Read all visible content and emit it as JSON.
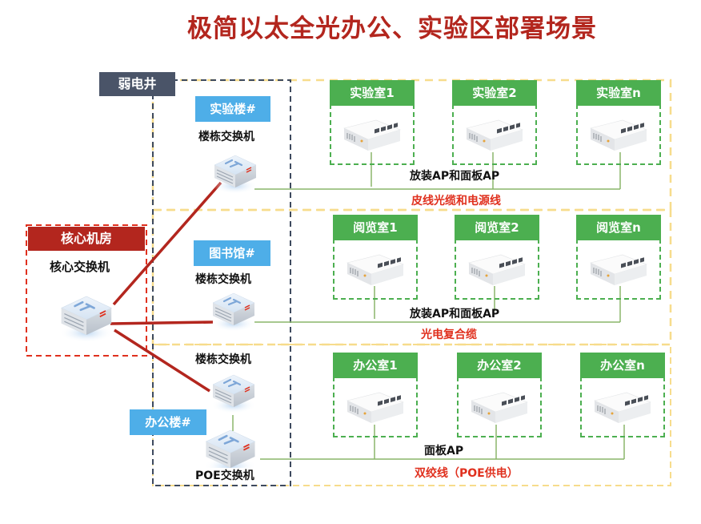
{
  "title": "极简以太全光办公、实验区部署场景",
  "colors": {
    "title": "#b3261e",
    "core_line": "#b3261e",
    "green": "#4caf50",
    "green_line": "#8ab56a",
    "yellow_dash": "#f7dc8c",
    "dark_tag": "#4a5468",
    "blue_tag": "#4eaee8",
    "red_text": "#e0301e"
  },
  "shaft": {
    "label": "弱电井"
  },
  "core": {
    "room_label": "核心机房",
    "switch_label": "核心交换机",
    "icon": "core-switch-icon"
  },
  "zones": [
    {
      "building_label": "实验楼#",
      "switch_label": "楼栋交换机",
      "ap_label": "放装AP和面板AP",
      "cable_label": "皮线光缆和电源线",
      "rooms": [
        "实验室1",
        "实验室2",
        "实验室n"
      ]
    },
    {
      "building_label": "图书馆#",
      "switch_label": "楼栋交换机",
      "ap_label": "放装AP和面板AP",
      "cable_label": "光电复合缆",
      "rooms": [
        "阅览室1",
        "阅览室2",
        "阅览室n"
      ]
    },
    {
      "building_label": "办公楼#",
      "switch_label": "楼栋交换机",
      "poe_switch_label": "POE交换机",
      "ap_label": "面板AP",
      "cable_label": "双绞线（POE供电）",
      "rooms": [
        "办公室1",
        "办公室2",
        "办公室n"
      ]
    }
  ]
}
